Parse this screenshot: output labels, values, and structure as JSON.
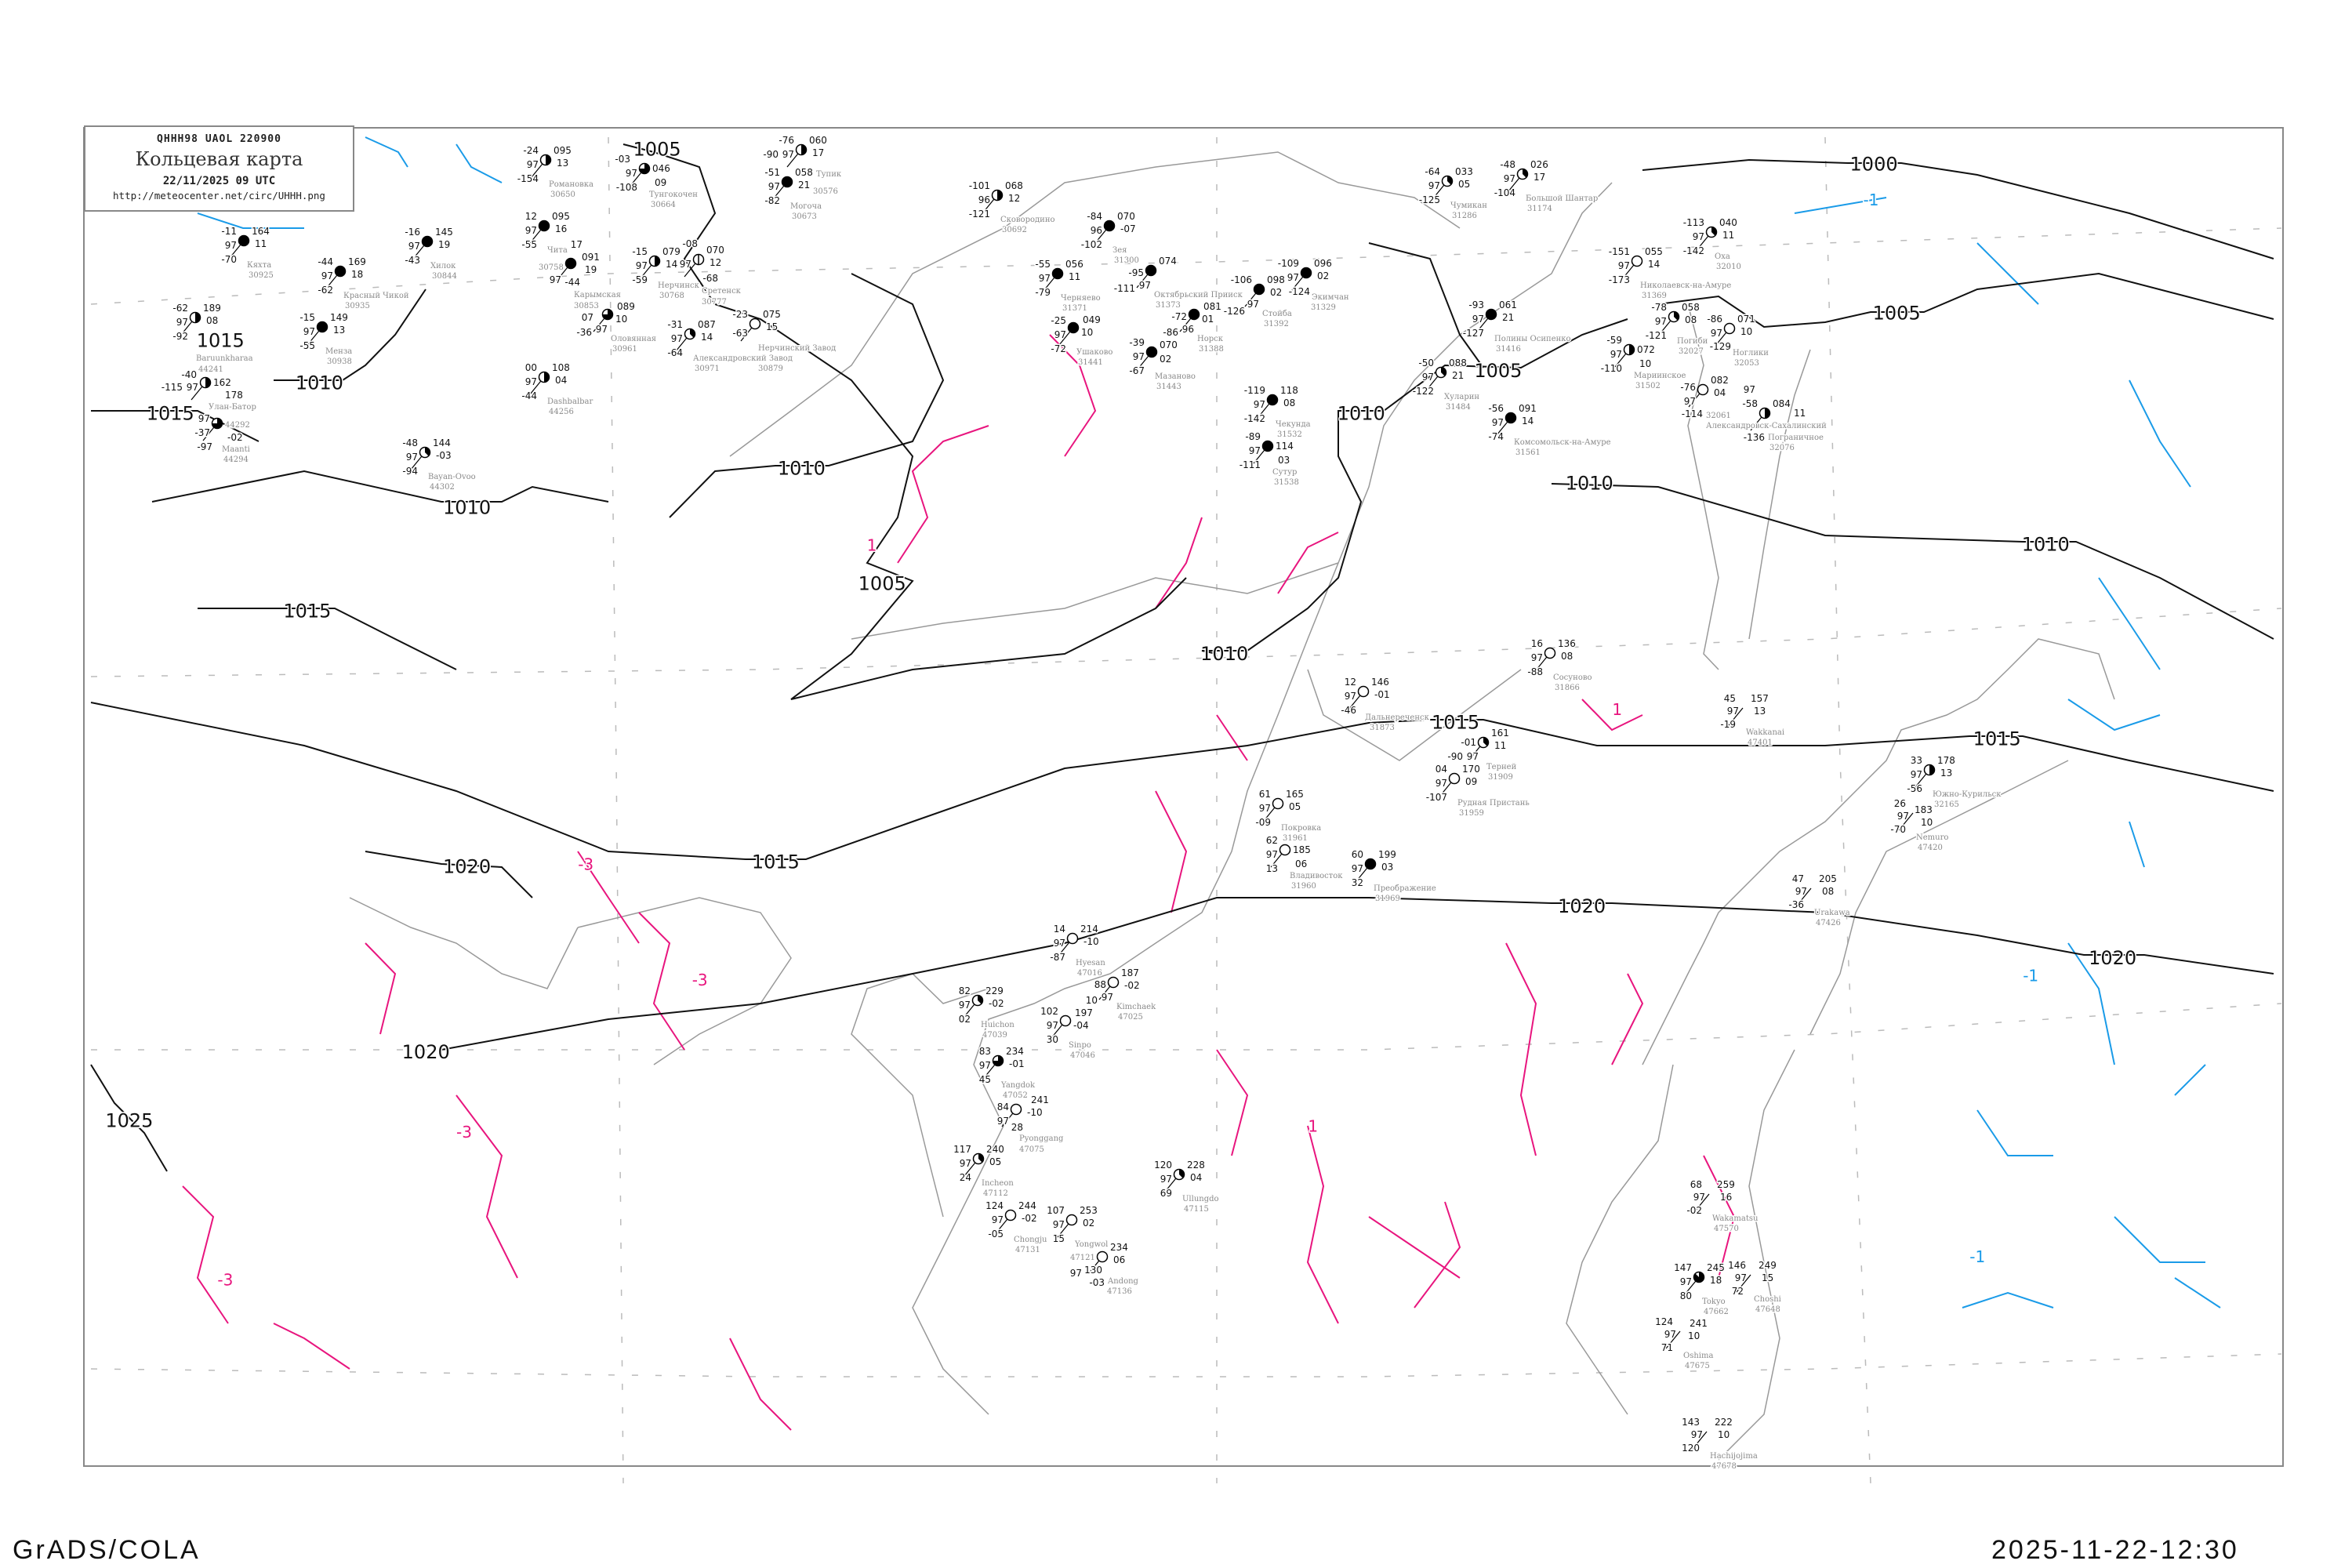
{
  "header": {
    "code": "QHHH98   UAOL   220900",
    "title": "Кольцевая карта",
    "datetime": "22/11/2025 09 UTC",
    "url": "http://meteocenter.net/circ/UHHH.png"
  },
  "footer": {
    "left": "GrADS/COLA",
    "right": "2025-11-22-12:30"
  },
  "colors": {
    "isobar": "#111111",
    "coast": "#999999",
    "temp_neg": "#1a9be8",
    "temp_pos": "#e8157e",
    "snow_mark": "#3a8ee6"
  },
  "isobar_labels": [
    "1000",
    "1005",
    "1005",
    "1005",
    "1005",
    "1010",
    "1010",
    "1010",
    "1010",
    "1010",
    "1010",
    "1010",
    "1015",
    "1015",
    "1015",
    "1015",
    "1015",
    "1015",
    "1020",
    "1020",
    "1020",
    "1020",
    "1025"
  ],
  "temp_labels": [
    "-3",
    "-3",
    "-3",
    "-3",
    "-1",
    "-1",
    "-1",
    "1",
    "1",
    "1"
  ],
  "stations": [
    {
      "name": "Кяхта",
      "id": "30925",
      "t": "-11",
      "vis": "97",
      "td": "-70",
      "p": "164",
      "dp": "11",
      "cover": 8
    },
    {
      "name": "Красный Чикой",
      "id": "30935",
      "t": "-44",
      "vis": "97",
      "td": "-62",
      "p": "169",
      "dp": "18",
      "cover": 8
    },
    {
      "name": "Хилок",
      "id": "30844",
      "t": "-16",
      "vis": "97",
      "td": "-43",
      "p": "145",
      "dp": "19",
      "cover": 8
    },
    {
      "name": "Baruunkharaa",
      "id": "44241",
      "t": "-62",
      "vis": "97",
      "td": "-92",
      "p": "189",
      "dp": "08",
      "cover": 4
    },
    {
      "name": "Менза",
      "id": "30938",
      "t": "-15",
      "vis": "97",
      "td": "-55",
      "p": "149",
      "dp": "13",
      "cover": 8
    },
    {
      "name": "Улан-Батор",
      "id": "44292",
      "t": "-40",
      "vis": "97",
      "td": "-115",
      "p": "162",
      "dp": "",
      "cover": 4
    },
    {
      "name": "Maanti",
      "id": "44294",
      "t": "-37",
      "vis": "97",
      "td": "-97",
      "p": "178",
      "dp": "-02",
      "cover": 6
    },
    {
      "name": "Bayan-Ovoo",
      "id": "44302",
      "t": "-48",
      "vis": "97",
      "td": "-94",
      "p": "144",
      "dp": "-03",
      "cover": 3
    },
    {
      "name": "Романовка",
      "id": "30650",
      "t": "-24",
      "vis": "97",
      "td": "-154",
      "p": "095",
      "dp": "13",
      "cover": 4
    },
    {
      "name": "Тунгокочен",
      "id": "30664",
      "t": "-03",
      "vis": "97",
      "td": "-108",
      "p": "046",
      "dp": "09",
      "cover": 6
    },
    {
      "name": "Чита",
      "id": "30758",
      "t": "12",
      "vis": "97",
      "td": "-55",
      "p": "095",
      "dp": "16",
      "cover": 8
    },
    {
      "name": "Карымская",
      "id": "30853",
      "t": "17",
      "vis": "97",
      "td": "-44",
      "p": "091",
      "dp": "19",
      "cover": 8
    },
    {
      "name": "Нерчинск",
      "id": "30768",
      "t": "-15",
      "vis": "97",
      "td": "-59",
      "p": "079",
      "dp": "14",
      "cover": 4
    },
    {
      "name": "Сретенск",
      "id": "30777",
      "t": "-08",
      "vis": "97",
      "td": "-68",
      "p": "070",
      "dp": "12",
      "cover": 1
    },
    {
      "name": "Могоча",
      "id": "30673",
      "t": "-51",
      "vis": "97",
      "td": "-82",
      "p": "058",
      "dp": "21",
      "cover": 8
    },
    {
      "name": "Тупик",
      "id": "30576",
      "t": "-76",
      "vis": "97",
      "td": "-90",
      "p": "060",
      "dp": "17",
      "cover": 4
    },
    {
      "name": "Оловянная",
      "id": "30961",
      "t": "07",
      "vis": "97",
      "td": "-36",
      "p": "089",
      "dp": "10",
      "cover": 6
    },
    {
      "name": "Александровский Завод",
      "id": "30971",
      "t": "-31",
      "vis": "97",
      "td": "-64",
      "p": "087",
      "dp": "14",
      "cover": 3
    },
    {
      "name": "Нерчинский Завод",
      "id": "30879",
      "t": "-23",
      "vis": "",
      "td": "-63",
      "p": "075",
      "dp": "15",
      "cover": 0
    },
    {
      "name": "Dashbalbar",
      "id": "44256",
      "t": "00",
      "vis": "97",
      "td": "-44",
      "p": "108",
      "dp": "04",
      "cover": 4
    },
    {
      "name": "Сковородино",
      "id": "30692",
      "t": "-101",
      "vis": "96",
      "td": "-121",
      "p": "068",
      "dp": "12",
      "cover": 4
    },
    {
      "name": "Зея",
      "id": "31300",
      "t": "-84",
      "vis": "96",
      "td": "-102",
      "p": "070",
      "dp": "-07",
      "cover": 8
    },
    {
      "name": "Черняево",
      "id": "31371",
      "t": "-55",
      "vis": "97",
      "td": "-79",
      "p": "056",
      "dp": "11",
      "cover": 8
    },
    {
      "name": "Октябрьский Прииск",
      "id": "31373",
      "t": "-95",
      "vis": "97",
      "td": "-111",
      "p": "074",
      "dp": "",
      "cover": 8
    },
    {
      "name": "Норск",
      "id": "31388",
      "t": "-72",
      "vis": "96",
      "td": "-86",
      "p": "081",
      "dp": "01",
      "cover": 8
    },
    {
      "name": "Стойба",
      "id": "31392",
      "t": "-106",
      "vis": "97",
      "td": "-126",
      "p": "098",
      "dp": "02",
      "cover": 8
    },
    {
      "name": "Экимчан",
      "id": "31329",
      "t": "-109",
      "vis": "97",
      "td": "-124",
      "p": "096",
      "dp": "02",
      "cover": 8
    },
    {
      "name": "Ушаково",
      "id": "31441",
      "t": "-25",
      "vis": "97",
      "td": "-72",
      "p": "049",
      "dp": "10",
      "cover": 8
    },
    {
      "name": "Мазаново",
      "id": "31443",
      "t": "-39",
      "vis": "97",
      "td": "-67",
      "p": "070",
      "dp": "02",
      "cover": 8
    },
    {
      "name": "Чекунда",
      "id": "31532",
      "t": "-119",
      "vis": "97",
      "td": "-142",
      "p": "118",
      "dp": "08",
      "cover": 8
    },
    {
      "name": "Сутур",
      "id": "31538",
      "t": "-89",
      "vis": "97",
      "td": "-111",
      "p": "114",
      "dp": "03",
      "cover": 8
    },
    {
      "name": "Чумикан",
      "id": "31286",
      "t": "-64",
      "vis": "97",
      "td": "-125",
      "p": "033",
      "dp": "05",
      "cover": 3
    },
    {
      "name": "Большой Шантар",
      "id": "31174",
      "t": "-48",
      "vis": "97",
      "td": "-104",
      "p": "026",
      "dp": "17",
      "cover": 3
    },
    {
      "name": "Оха",
      "id": "32010",
      "t": "-113",
      "vis": "97",
      "td": "-142",
      "p": "040",
      "dp": "11",
      "cover": 3
    },
    {
      "name": "Николаевск-на-Амуре",
      "id": "31369",
      "t": "-151",
      "vis": "97",
      "td": "-173",
      "p": "055",
      "dp": "14",
      "cover": 0
    },
    {
      "name": "Полины Осипенко",
      "id": "31416",
      "t": "-93",
      "vis": "97",
      "td": "-127",
      "p": "061",
      "dp": "21",
      "cover": 8
    },
    {
      "name": "Погиби",
      "id": "32027",
      "t": "-78",
      "vis": "97",
      "td": "-121",
      "p": "058",
      "dp": "08",
      "cover": 3
    },
    {
      "name": "Ноглики",
      "id": "32053",
      "t": "-86",
      "vis": "97",
      "td": "-129",
      "p": "071",
      "dp": "10",
      "cover": 0
    },
    {
      "name": "Мариинское",
      "id": "31502",
      "t": "-59",
      "vis": "97",
      "td": "-110",
      "p": "072",
      "dp": "10",
      "cover": 4
    },
    {
      "name": "Хуларин",
      "id": "31484",
      "t": "-50",
      "vis": "97",
      "td": "-122",
      "p": "088",
      "dp": "21",
      "cover": 3
    },
    {
      "name": "Комсомольск-на-Амуре",
      "id": "31561",
      "t": "-56",
      "vis": "97",
      "td": "-74",
      "p": "091",
      "dp": "14",
      "cover": 8
    },
    {
      "name": "Александровск-Сахалинский",
      "id": "32061",
      "t": "-76",
      "vis": "97",
      "td": "-114",
      "p": "082",
      "dp": "04",
      "cover": 0
    },
    {
      "name": "Пограничное",
      "id": "32076",
      "t": "-58",
      "vis": "97",
      "td": "-136",
      "p": "084",
      "dp": "11",
      "cover": 4
    },
    {
      "name": "Сосуново",
      "id": "31866",
      "t": "16",
      "vis": "97",
      "td": "-88",
      "p": "136",
      "dp": "08",
      "cover": 0
    },
    {
      "name": "Дальнереченск",
      "id": "31873",
      "t": "12",
      "vis": "97",
      "td": "-46",
      "p": "146",
      "dp": "-01",
      "cover": 0
    },
    {
      "name": "Терней",
      "id": "31909",
      "t": "-01",
      "vis": "97",
      "td": "-90",
      "p": "161",
      "dp": "11",
      "cover": 3
    },
    {
      "name": "Рудная Пристань",
      "id": "31959",
      "t": "04",
      "vis": "97",
      "td": "-107",
      "p": "170",
      "dp": "09",
      "cover": 0
    },
    {
      "name": "Покровка",
      "id": "31961",
      "t": "61",
      "vis": "97",
      "td": "-09",
      "p": "165",
      "dp": "05",
      "cover": 0
    },
    {
      "name": "Владивосток",
      "id": "31960",
      "t": "62",
      "vis": "97",
      "td": "13",
      "p": "185",
      "dp": "06",
      "cover": 0
    },
    {
      "name": "Преображение",
      "id": "31969",
      "t": "60",
      "vis": "97",
      "td": "32",
      "p": "199",
      "dp": "03",
      "cover": 8
    },
    {
      "name": "Южно-Курильск",
      "id": "32165",
      "t": "33",
      "vis": "97",
      "td": "-56",
      "p": "178",
      "dp": "13",
      "cover": 4
    },
    {
      "name": "Nemuro",
      "id": "47420",
      "t": "26",
      "vis": "97",
      "td": "-70",
      "p": "183",
      "dp": "10",
      "cover": null
    },
    {
      "name": "Urakawa",
      "id": "47426",
      "t": "47",
      "vis": "97",
      "td": "-36",
      "p": "205",
      "dp": "08",
      "cover": null
    },
    {
      "name": "Wakkanai",
      "id": "47401",
      "t": "45",
      "vis": "97",
      "td": "-19",
      "p": "157",
      "dp": "13",
      "cover": null
    },
    {
      "name": "Hyesan",
      "id": "47016",
      "t": "14",
      "vis": "97",
      "td": "-87",
      "p": "214",
      "dp": "-10",
      "cover": 0
    },
    {
      "name": "Kimchaek",
      "id": "47025",
      "t": "88",
      "vis": "97",
      "td": "10",
      "p": "187",
      "dp": "-02",
      "cover": 0
    },
    {
      "name": "Huichon",
      "id": "47039",
      "t": "82",
      "vis": "97",
      "td": "02",
      "p": "229",
      "dp": "-02",
      "cover": 3
    },
    {
      "name": "Sinpo",
      "id": "47046",
      "t": "102",
      "vis": "97",
      "td": "30",
      "p": "197",
      "dp": "-04",
      "cover": 0
    },
    {
      "name": "Yangdok",
      "id": "47052",
      "t": "83",
      "vis": "97",
      "td": "45",
      "p": "234",
      "dp": "-01",
      "cover": 6
    },
    {
      "name": "Pyonggang",
      "id": "47075",
      "t": "84",
      "vis": "97",
      "td": "28",
      "p": "241",
      "dp": "-10",
      "cover": 0
    },
    {
      "name": "Incheon",
      "id": "47112",
      "t": "117",
      "vis": "97",
      "td": "24",
      "p": "240",
      "dp": "05",
      "cover": 3
    },
    {
      "name": "Ullungdo",
      "id": "47115",
      "t": "120",
      "vis": "97",
      "td": "69",
      "p": "228",
      "dp": "04",
      "cover": 3
    },
    {
      "name": "Chongju",
      "id": "47131",
      "t": "124",
      "vis": "97",
      "td": "-05",
      "p": "244",
      "dp": "-02",
      "cover": 0
    },
    {
      "name": "Yongwol",
      "id": "47121",
      "t": "107",
      "vis": "97",
      "td": "15",
      "p": "253",
      "dp": "02",
      "cover": 0
    },
    {
      "name": "Andong",
      "id": "47136",
      "t": "130",
      "vis": "97",
      "td": "-03",
      "p": "234",
      "dp": "06",
      "cover": 0
    },
    {
      "name": "Tokyo",
      "id": "47662",
      "t": "147",
      "vis": "97",
      "td": "80",
      "p": "245",
      "dp": "18",
      "cover": 7
    },
    {
      "name": "Choshi",
      "id": "47648",
      "t": "146",
      "vis": "97",
      "td": "72",
      "p": "249",
      "dp": "15",
      "cover": null
    },
    {
      "name": "Oshima",
      "id": "47675",
      "t": "124",
      "vis": "97",
      "td": "71",
      "p": "241",
      "dp": "10",
      "cover": null
    },
    {
      "name": "Hachijojima",
      "id": "47678",
      "t": "143",
      "vis": "97",
      "td": "120",
      "p": "222",
      "dp": "10",
      "cover": null
    },
    {
      "name": "Wakamatsu",
      "id": "47570",
      "t": "68",
      "vis": "97",
      "td": "-02",
      "p": "259",
      "dp": "16",
      "cover": null
    }
  ]
}
